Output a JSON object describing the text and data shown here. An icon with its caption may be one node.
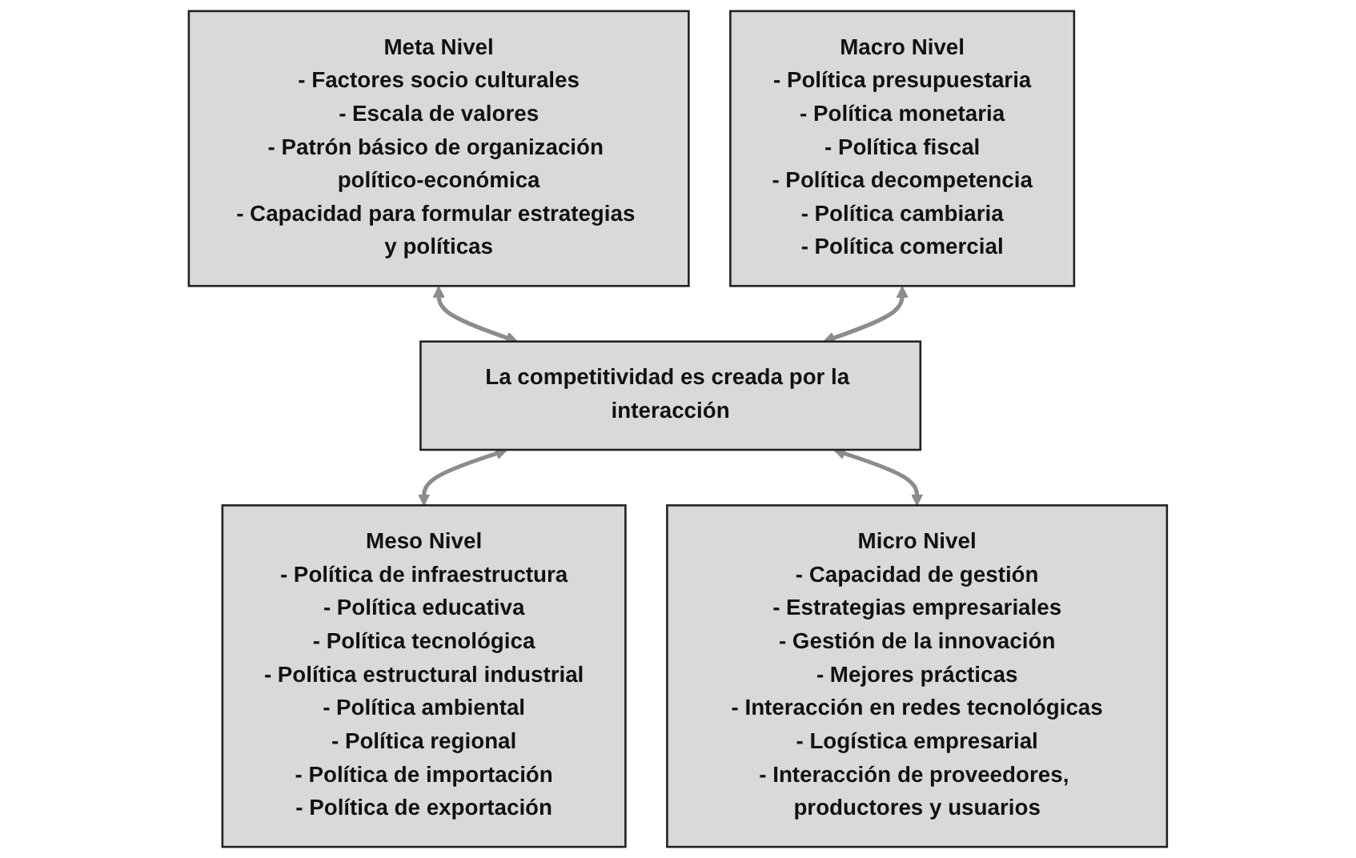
{
  "diagram": {
    "nodes": [
      {
        "text": [
          "Meta Nivel",
          "- Factores socio culturales",
          "- Escala de valores",
          "- Patrón básico de organización político-económica",
          "- Capacidad para formular estrategias y políticas"
        ]
      },
      {
        "text": [
          "Macro Nivel",
          "- Política presupuestaria",
          "- Política monetaria",
          "- Política fiscal",
          "- Política decompetencia",
          "- Política cambiaria",
          "- Política comercial"
        ]
      },
      {
        "text": [
          "La competitividad es creada por la interacción"
        ]
      },
      {
        "text": [
          "Meso Nivel",
          "- Política de infraestructura",
          "- Política educativa",
          "- Política tecnológica",
          "- Política estructural industrial",
          "- Política ambiental",
          "- Política regional",
          "- Política de importación",
          "- Política de exportación"
        ]
      },
      {
        "text": [
          "Micro Nivel",
          "- Capacidad de gestión",
          "- Estrategias empresariales",
          "- Gestión de la innovación",
          "- Mejores prácticas",
          "- Interacción en redes tecnológicas",
          "- Logística empresarial",
          "- Interacción de proveedores, productores y usuarios"
        ]
      }
    ],
    "edges": [
      {
        "from": 0,
        "to": 2,
        "arrow": "both"
      },
      {
        "from": 1,
        "to": 2,
        "arrow": "both"
      },
      {
        "from": 2,
        "to": 3,
        "arrow": "both"
      },
      {
        "from": 2,
        "to": 4,
        "arrow": "both"
      }
    ]
  }
}
